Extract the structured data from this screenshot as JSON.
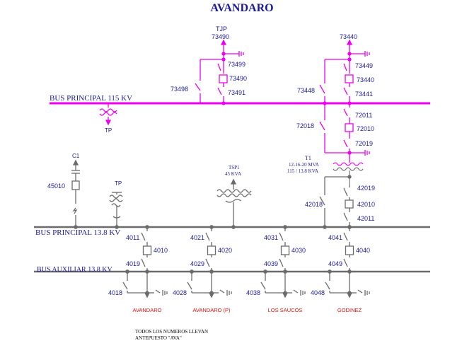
{
  "title": "AVANDARO",
  "colors": {
    "hv": "#ee00ee",
    "lv": "#6b6b6b",
    "label": "#1a1a99",
    "feeder": "#dd1111",
    "equip": "#000000"
  },
  "buses": {
    "hv_main": "BUS  PRINCIPAL 115 KV",
    "lv_main": "BUS  PRINCIPAL 13.8 KV",
    "lv_aux": "BUS  AUXILIAR 13.8 KV"
  },
  "hv": {
    "line1": {
      "name": "TJP",
      "id": "73490",
      "earth": "73499",
      "breaker": "73490",
      "bus_disc": "73491",
      "bypass": "73498"
    },
    "line2": {
      "id": "73440",
      "earth": "73449",
      "breaker": "73440",
      "bus_disc": "73441",
      "bypass": "73448"
    },
    "tp": "TP",
    "xfmr_side": {
      "bus_disc": "72011",
      "breaker": "72010",
      "xfmr_disc": "72019",
      "bypass": "72018"
    }
  },
  "transformer": {
    "name": "T1",
    "rating": "12-16-20 MVA",
    "ratio": "115 / 13.8 KVA"
  },
  "lv_incoming": {
    "xfmr_disc": "42019",
    "breaker": "42010",
    "bus_disc": "42011",
    "bypass": "42018"
  },
  "capacitor": {
    "name": "C1",
    "breaker": "45010"
  },
  "lv_tp": "TP",
  "tsp": {
    "name": "TSP1",
    "rating": "45 KVA"
  },
  "feeders": [
    {
      "bus_disc": "4011",
      "breaker": "4010",
      "aux_disc": "4019",
      "bypass": "4018",
      "name": "AVANDARO"
    },
    {
      "bus_disc": "4021",
      "breaker": "4020",
      "aux_disc": "4029",
      "bypass": "4028",
      "name": "AVANDARO (P)"
    },
    {
      "bus_disc": "4031",
      "breaker": "4030",
      "aux_disc": "4039",
      "bypass": "4038",
      "name": "LOS SAUCOS"
    },
    {
      "bus_disc": "4041",
      "breaker": "4040",
      "aux_disc": "4049",
      "bypass": "4048",
      "name": "GODINEZ"
    }
  ],
  "note": {
    "line1": "TODOS LOS NUMEROS  LLEVAN",
    "line2": "ANTEPUESTO \"AVA\""
  }
}
